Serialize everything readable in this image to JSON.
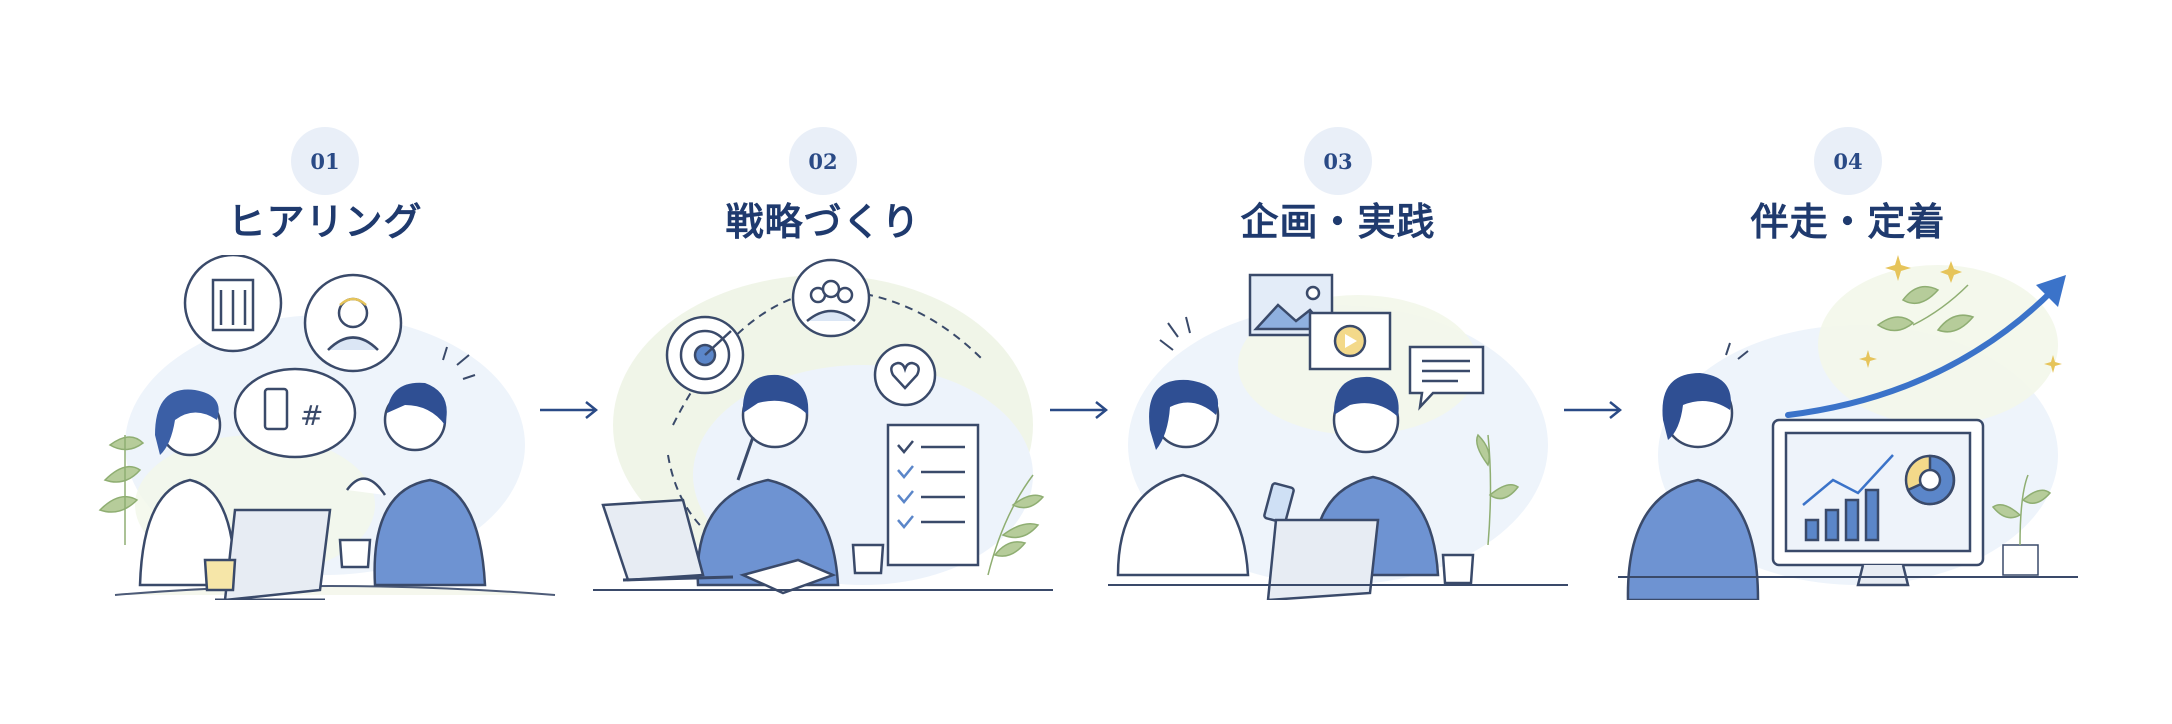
{
  "steps": [
    {
      "number": "01",
      "title": "ヒアリング"
    },
    {
      "number": "02",
      "title": "戦略づくり"
    },
    {
      "number": "03",
      "title": "企画・実践"
    },
    {
      "number": "04",
      "title": "伴走・定着"
    }
  ],
  "colors": {
    "primary": "#2a4a86",
    "badge_bg": "#e9eff8",
    "figure_blue": "#5b86c9",
    "leaf_green": "#a9c38e",
    "line": "#3a4a6a"
  },
  "icons": [
    "building-icon",
    "person-icon",
    "smartphone-icon",
    "hashtag-icon",
    "target-icon",
    "team-icon",
    "heart-icon",
    "checklist-icon",
    "image-icon",
    "video-icon",
    "chat-icon",
    "sparkle-icon",
    "growth-arrow-icon",
    "monitor-chart-icon"
  ]
}
